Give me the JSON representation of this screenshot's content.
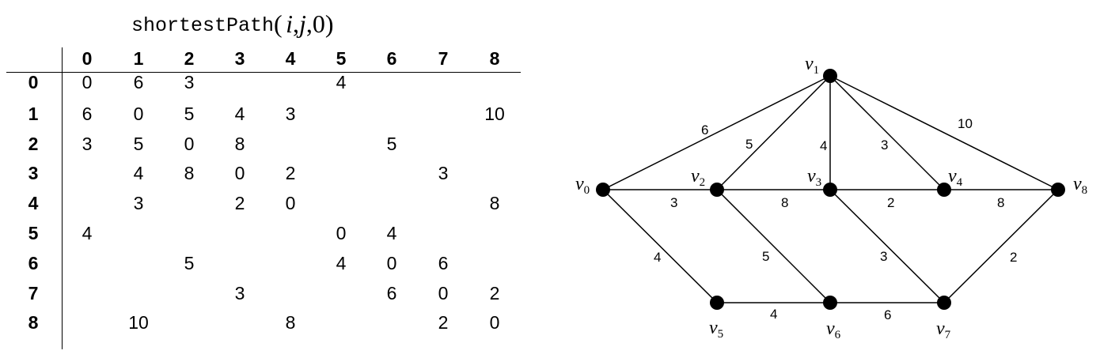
{
  "title": {
    "function": "shortestPath",
    "open_paren": "(",
    "arg_i": "i",
    "comma1": ",",
    "arg_j": "j",
    "comma2": ",",
    "arg_k": "0",
    "close_paren": ")"
  },
  "matrix": {
    "col_headers": [
      "0",
      "1",
      "2",
      "3",
      "4",
      "5",
      "6",
      "7",
      "8"
    ],
    "row_headers": [
      "0",
      "1",
      "2",
      "3",
      "4",
      "5",
      "6",
      "7",
      "8"
    ],
    "rows": [
      [
        "0",
        "6",
        "3",
        "",
        "",
        "4",
        "",
        "",
        ""
      ],
      [
        "6",
        "0",
        "5",
        "4",
        "3",
        "",
        "",
        "",
        "10"
      ],
      [
        "3",
        "5",
        "0",
        "8",
        "",
        "",
        "5",
        "",
        ""
      ],
      [
        "",
        "4",
        "8",
        "0",
        "2",
        "",
        "",
        "3",
        ""
      ],
      [
        "",
        "3",
        "",
        "2",
        "0",
        "",
        "",
        "",
        "8"
      ],
      [
        "4",
        "",
        "",
        "",
        "",
        "0",
        "4",
        "",
        ""
      ],
      [
        "",
        "",
        "5",
        "",
        "",
        "4",
        "0",
        "6",
        ""
      ],
      [
        "",
        "",
        "",
        "3",
        "",
        "",
        "6",
        "0",
        "2"
      ],
      [
        "",
        "10",
        "",
        "",
        "8",
        "",
        "",
        "2",
        "0"
      ]
    ]
  },
  "graph": {
    "vertex_prefix": "v",
    "vertices": [
      "0",
      "1",
      "2",
      "3",
      "4",
      "5",
      "6",
      "7",
      "8"
    ],
    "edges": [
      {
        "from": "0",
        "to": "1",
        "weight": "6"
      },
      {
        "from": "0",
        "to": "2",
        "weight": "3"
      },
      {
        "from": "0",
        "to": "5",
        "weight": "4"
      },
      {
        "from": "1",
        "to": "2",
        "weight": "5"
      },
      {
        "from": "1",
        "to": "3",
        "weight": "4"
      },
      {
        "from": "1",
        "to": "4",
        "weight": "3"
      },
      {
        "from": "1",
        "to": "8",
        "weight": "10"
      },
      {
        "from": "2",
        "to": "3",
        "weight": "8"
      },
      {
        "from": "2",
        "to": "6",
        "weight": "5"
      },
      {
        "from": "3",
        "to": "4",
        "weight": "2"
      },
      {
        "from": "3",
        "to": "7",
        "weight": "3"
      },
      {
        "from": "4",
        "to": "8",
        "weight": "8"
      },
      {
        "from": "5",
        "to": "6",
        "weight": "4"
      },
      {
        "from": "6",
        "to": "7",
        "weight": "6"
      },
      {
        "from": "7",
        "to": "8",
        "weight": "2"
      }
    ]
  }
}
